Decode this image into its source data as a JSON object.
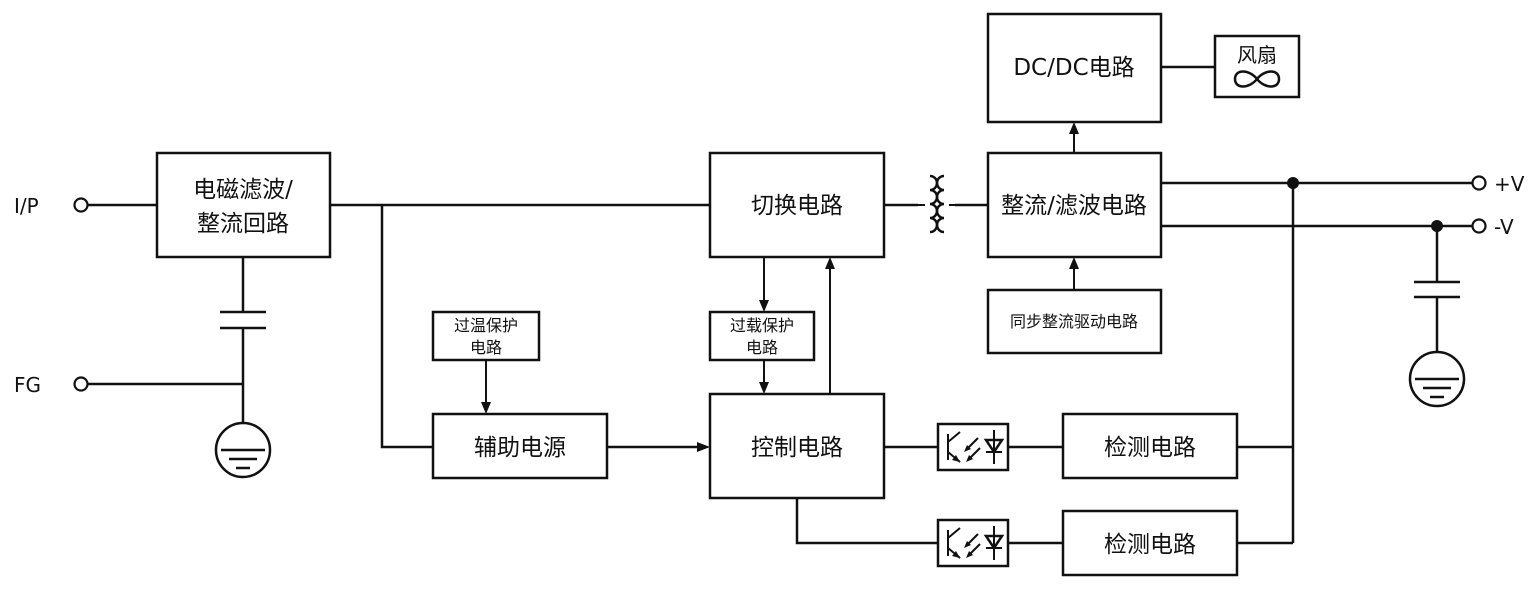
{
  "terminals": {
    "input": "I/P",
    "frame_ground": "FG",
    "pos_out": "+V",
    "neg_out": "-V"
  },
  "blocks": {
    "emi_filter": [
      "电磁滤波/",
      "整流回路"
    ],
    "switching": "切换电路",
    "rectifier_filter": "整流/滤波电路",
    "dcdc": "DC/DC电路",
    "fan": "风扇",
    "sync_rect_driver": "同步整流驱动电路",
    "over_temp": [
      "过温保护",
      "电路"
    ],
    "overload": [
      "过载保护",
      "电路"
    ],
    "aux_power": "辅助电源",
    "control": "控制电路",
    "detect_1": "检测电路",
    "detect_2": "检测电路"
  },
  "icons": [
    "transformer-icon",
    "capacitor-icon",
    "ground-icon",
    "optocoupler-icon",
    "fan-icon",
    "arrow-icon"
  ]
}
